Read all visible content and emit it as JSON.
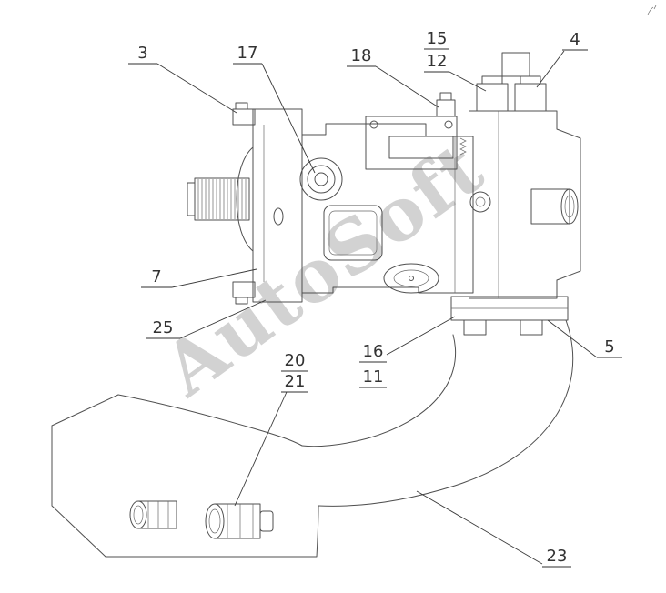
{
  "figure": {
    "watermark": "AutoSoft",
    "background_color": "#ffffff",
    "line_color": "#4f4f4f",
    "label_color": "#333333",
    "watermark_color": "#a6a6a6"
  },
  "callouts": [
    {
      "label": "3"
    },
    {
      "label": "17"
    },
    {
      "label": "18"
    },
    {
      "label": "15"
    },
    {
      "label": "12"
    },
    {
      "label": "4"
    },
    {
      "label": "7"
    },
    {
      "label": "25"
    },
    {
      "label": "20"
    },
    {
      "label": "21"
    },
    {
      "label": "16"
    },
    {
      "label": "11"
    },
    {
      "label": "5"
    },
    {
      "label": "23"
    }
  ]
}
